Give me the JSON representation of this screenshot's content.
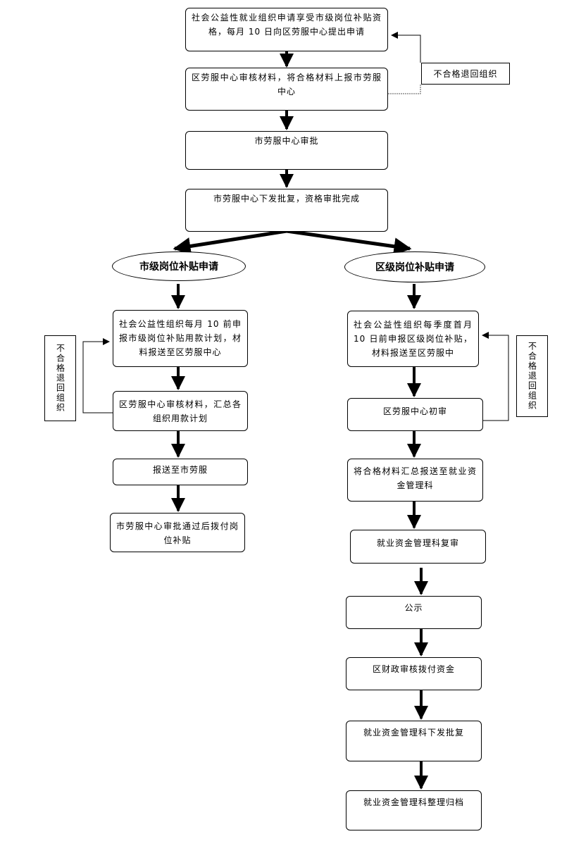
{
  "top": {
    "step1": "社会公益性就业组织申请享受市级岗位补贴资格，每月 10 日向区劳服中心提出申请",
    "step2": "区劳服中心审核材料，将合格材料上报市劳服中心",
    "step3": "市劳服中心审批",
    "step4": "市劳服中心下发批复，资格审批完成",
    "reject_note": "不合格退回组织"
  },
  "left": {
    "title": "市级岗位补贴申请",
    "step1": "社会公益性组织每月 10 前申报市级岗位补贴用款计划，材料报送至区劳服中心",
    "step2": "区劳服中心审核材料，汇总各组织用款计划",
    "step3": "报送至市劳服",
    "step4": "市劳服中心审批通过后拨付岗位补贴",
    "reject_note": "不合格退回组织"
  },
  "right": {
    "title": "区级岗位补贴申请",
    "step1": "社会公益性组织每季度首月 10 日前申报区级岗位补贴，材料报送至区劳服中",
    "step2": "区劳服中心初审",
    "step3": "将合格材料汇总报送至就业资金管理科",
    "step4": "就业资金管理科复审",
    "step5": "公示",
    "step6": "区财政审核拨付资金",
    "step7": "就业资金管理科下发批复",
    "step8": "就业资金管理科整理归档",
    "reject_note": "不合格退回组织"
  }
}
